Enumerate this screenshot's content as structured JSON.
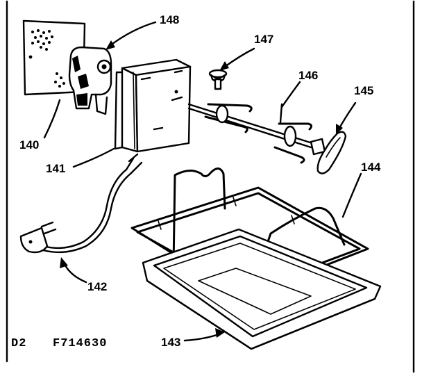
{
  "figure": {
    "doc_code_left": "D2",
    "doc_code_right": "F714630"
  },
  "callouts": {
    "c140": "140",
    "c141": "141",
    "c142": "142",
    "c143": "143",
    "c144": "144",
    "c145": "145",
    "c146": "146",
    "c147": "147",
    "c148": "148"
  }
}
